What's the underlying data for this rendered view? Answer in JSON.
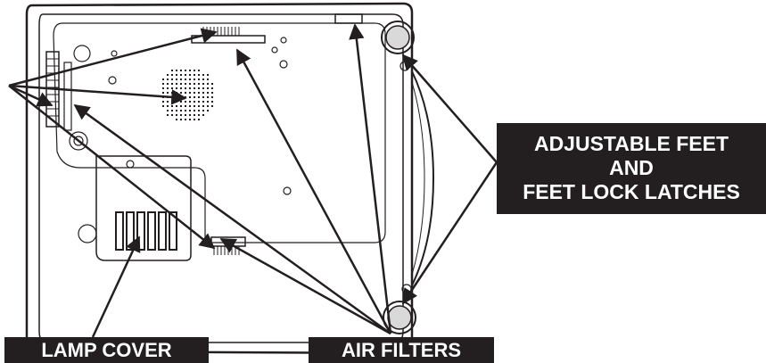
{
  "labels": {
    "adjustable_feet": {
      "line1": "ADJUSTABLE FEET",
      "line2": "AND",
      "line3": "FEET LOCK LATCHES"
    },
    "lamp_cover": "LAMP COVER",
    "air_filters": "AIR FILTERS"
  },
  "colors": {
    "line": "#231f20",
    "label_background": "#231f20",
    "label_text": "#ffffff",
    "feet_fill": "#d9d9d9"
  }
}
